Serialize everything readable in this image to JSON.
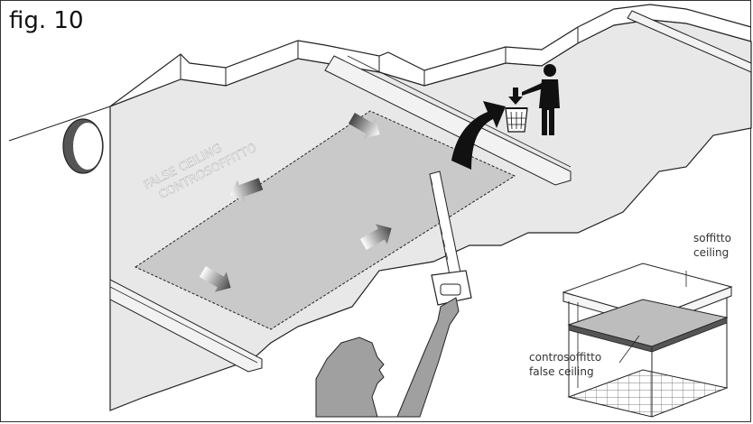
{
  "figure": {
    "label": "fig. 10"
  },
  "panel": {
    "label_en": "FALSE CEILING",
    "label_it": "CONTROSOFFITTO"
  },
  "inset": {
    "ceiling_it": "soffitto",
    "ceiling_en": "ceiling",
    "false_ceiling_it": "controsoffitto",
    "false_ceiling_en": "false ceiling"
  },
  "icons": {
    "trash": "trash-bin-icon",
    "person": "person-discarding-icon",
    "saw": "handsaw-icon",
    "hand": "hand-holding-saw-icon"
  },
  "colors": {
    "ceiling_fill": "#e8e8e8",
    "panel_fill": "#c9c9c9",
    "line": "#222222",
    "black": "#111111"
  }
}
